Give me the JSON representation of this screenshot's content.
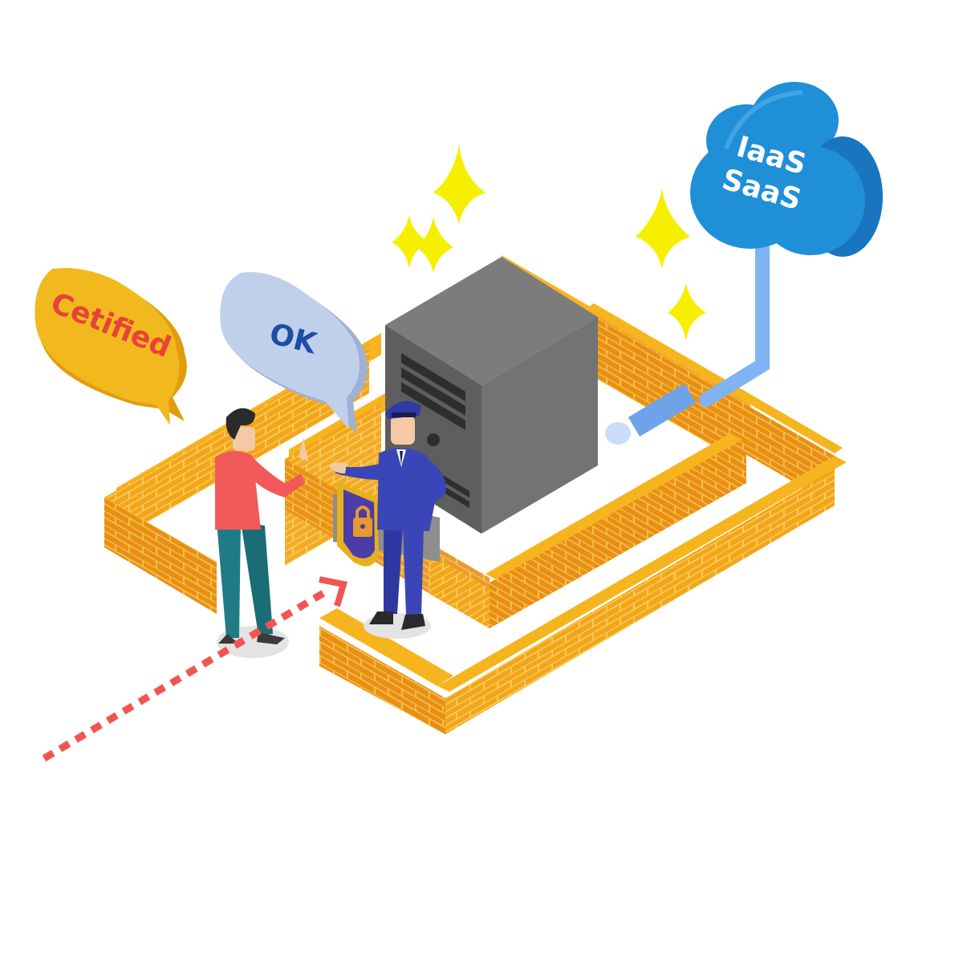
{
  "bubbles": {
    "certified": "Cetified",
    "ok": "OK"
  },
  "cloud": {
    "line1": "IaaS",
    "line2": "SaaS"
  },
  "colors": {
    "brick": "#f3a51c",
    "brick_dark": "#e08a12",
    "brick_top": "#f6b51e",
    "mortar": "#f8cd57",
    "server_top": "#7c7c7c",
    "server_left": "#5e5e5e",
    "server_right": "#737373",
    "cloud": "#1f8fd8",
    "pipe": "#7fb3f2",
    "bubble_yellow": "#f2b91e",
    "bubble_grey": "#c1d0ea",
    "cert_text": "#e8423b",
    "ok_text": "#1c4fa3",
    "cloud_text": "#ffffff",
    "arrow": "#f05550",
    "sparkle": "#f6f000",
    "person_shirt": "#f2595a",
    "person_pants": "#1f7c86",
    "guard_uniform": "#3a46b8"
  },
  "icons": [
    "server-icon",
    "cloud-icon",
    "shield-icon",
    "lock-icon",
    "sparkle-icon",
    "arrow-icon"
  ]
}
